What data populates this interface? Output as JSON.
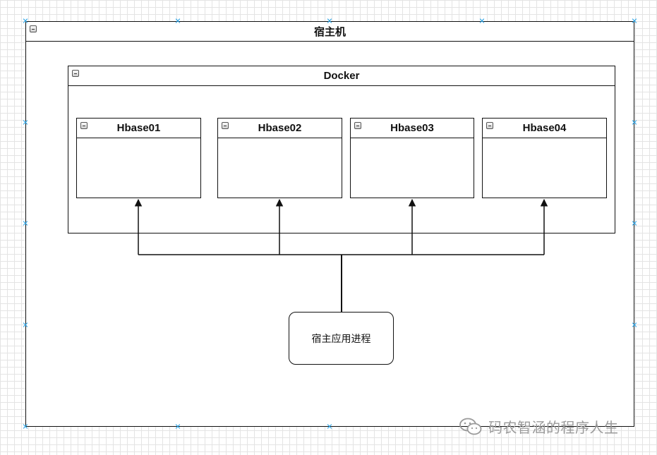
{
  "host": {
    "title": "宿主机"
  },
  "docker": {
    "title": "Docker"
  },
  "nodes": [
    {
      "title": "Hbase01"
    },
    {
      "title": "Hbase02"
    },
    {
      "title": "Hbase03"
    },
    {
      "title": "Hbase04"
    }
  ],
  "process": {
    "label": "宿主应用进程"
  },
  "watermark": {
    "text": "码农智涵的程序人生",
    "icon": "wechat-icon"
  },
  "colors": {
    "stroke": "#111111",
    "grid": "#e4e4e4",
    "handle": "#29a3e6",
    "watermark": "#9a9a9a"
  }
}
